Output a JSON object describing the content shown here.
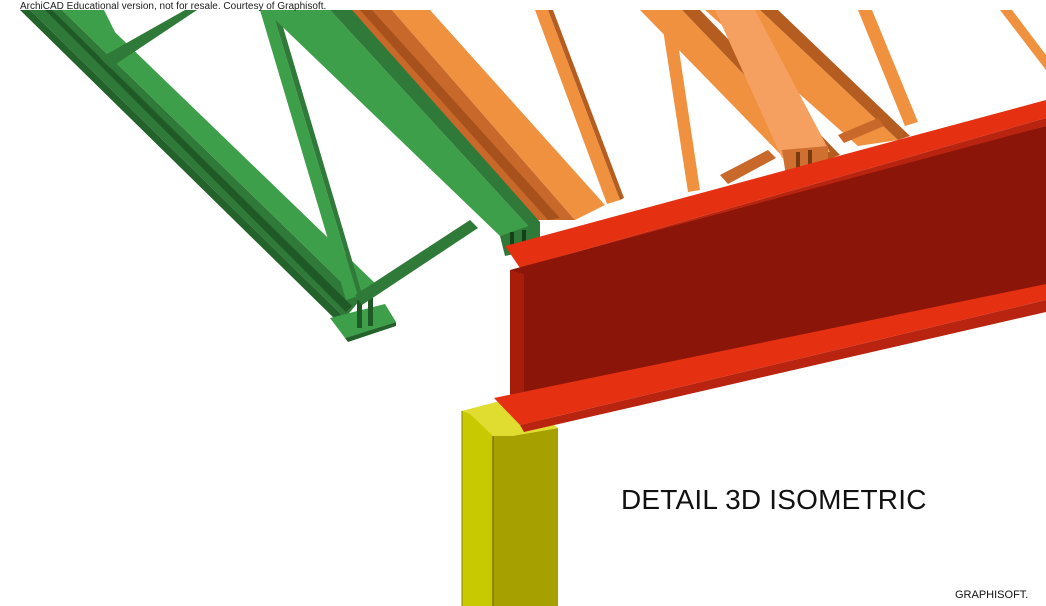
{
  "watermark": "ArchiCAD Educational version, not for resale. Courtesy of Graphisoft.",
  "detail_label": "DETAIL 3D ISOMETRIC",
  "brand": "GRAPHISOFT.",
  "colors": {
    "background": "#ffffff",
    "green_truss": "#3e9f4a",
    "orange_truss": "#f0913f",
    "red_beam": "#e53012",
    "red_beam_web": "#8a1508",
    "yellow_column": "#c9c900"
  }
}
